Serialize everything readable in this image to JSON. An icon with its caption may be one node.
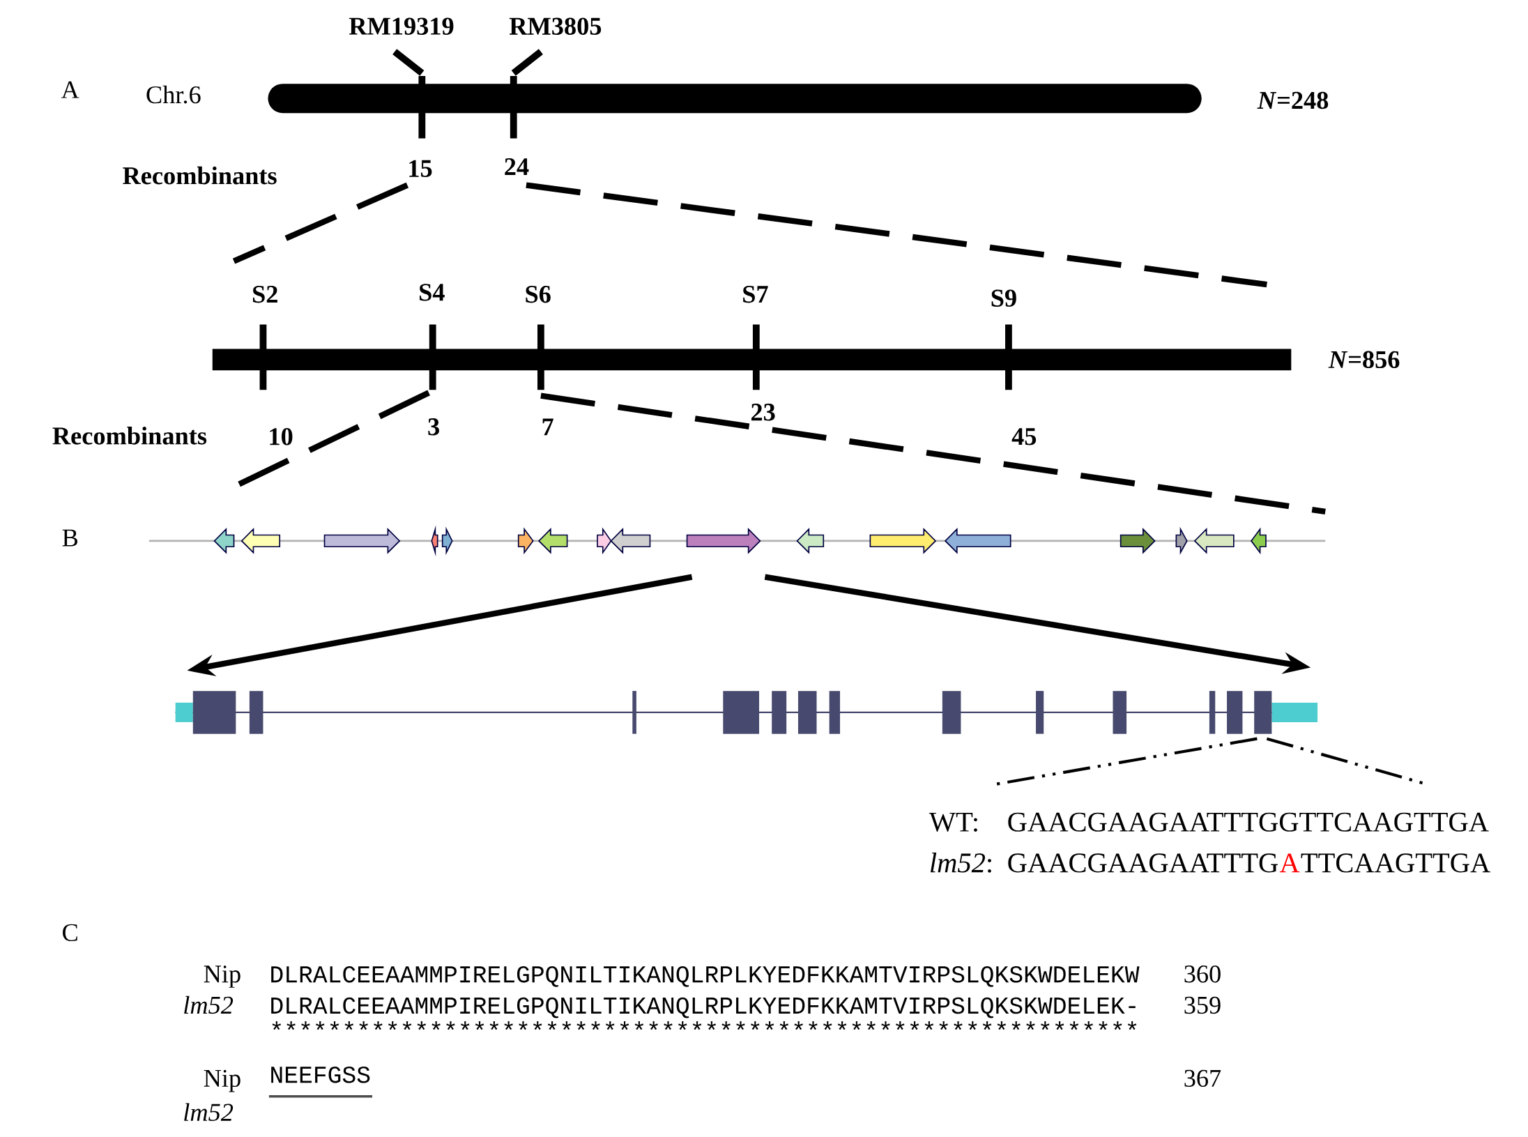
{
  "diagram": {
    "labels": [
      "RM19319",
      "RM3805",
      "A",
      "Chr.6",
      "*N*=248",
      "Recombinants",
      "15",
      "24",
      "S2",
      "S4",
      "S6",
      "S7",
      "S9",
      "*N*=856",
      "Recombinants",
      "10",
      "3",
      "7",
      "23",
      "45",
      "B",
      "WT:",
      "GAACGAAGAATTTGGTTCAAGTTGA",
      "*lm52*:",
      "GAACGAAGAATTTG",
      "A",
      "TTCAAGTTGA",
      "C",
      "Nip",
      "DLRALCEEAAMMPIRELGPQNILTIKANQLRPLKYEDFKKAMTVIRPSLQKSKWDELEKW",
      "360",
      "lm52",
      "DLRALCEEAAMMPIRELGPQNILTIKANQLRPLKYEDFKKAMTVIRPSLQKSKWDELEK-",
      "359",
      "************************************************************",
      "Nip",
      "NEEFGSS",
      "367",
      "lm52"
    ]
  }
}
